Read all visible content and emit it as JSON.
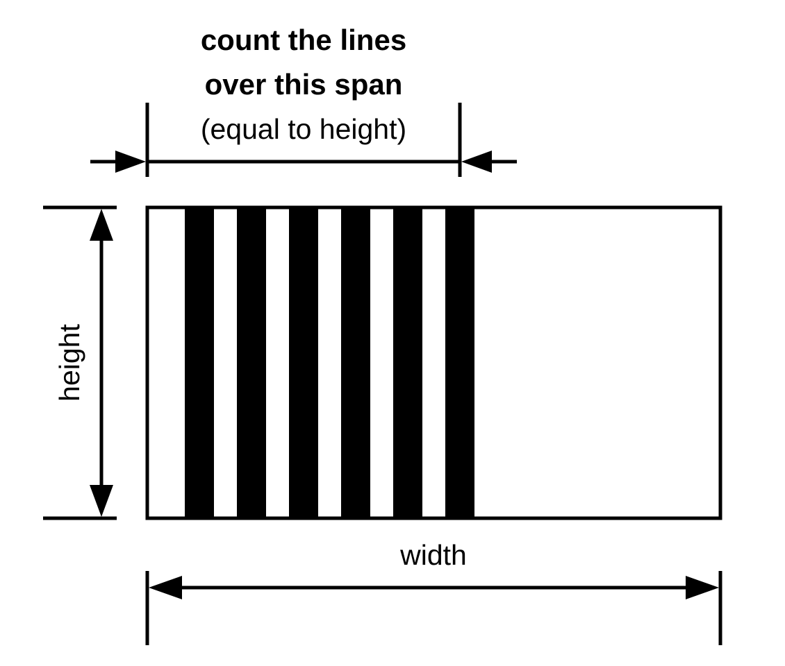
{
  "title": {
    "line1": "count the lines",
    "line2": "over this span",
    "line3": "(equal to height)"
  },
  "labels": {
    "height": "height",
    "width": "width"
  },
  "grating": {
    "line_count": 6
  },
  "colors": {
    "ink": "#000000",
    "paper": "#ffffff"
  }
}
